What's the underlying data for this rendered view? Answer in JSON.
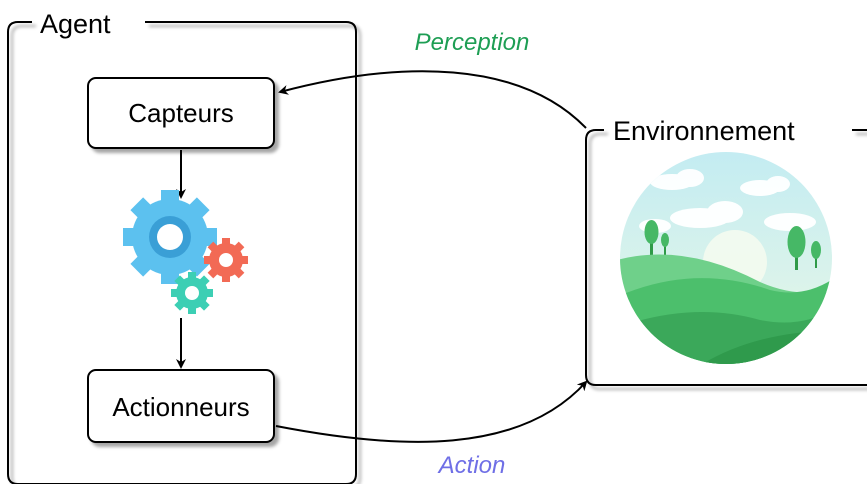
{
  "agent": {
    "title": "Agent",
    "sensors_label": "Capteurs",
    "actuators_label": "Actionneurs"
  },
  "environment": {
    "title": "Environnement"
  },
  "arrows": {
    "perception_label": "Perception",
    "action_label": "Action"
  },
  "colors": {
    "perception": "#1e9e54",
    "action": "#6f6fe6",
    "gear_large": "#5cc1ef",
    "gear_medium": "#f26a55",
    "gear_small": "#3ccfb4",
    "hills": "#3fae4f",
    "sky": "#d6f1f0"
  },
  "icons": {
    "processing": "gears-icon",
    "environment": "landscape-icon"
  }
}
